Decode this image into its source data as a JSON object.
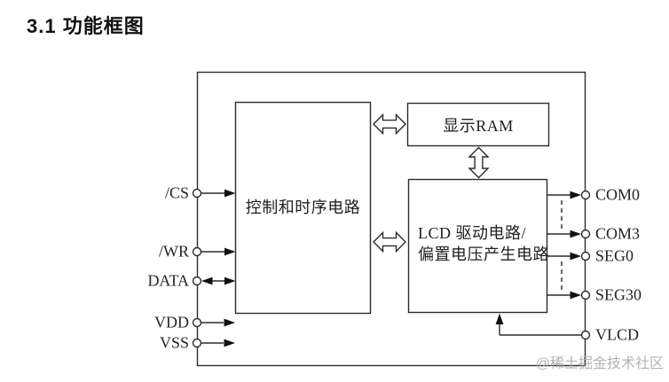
{
  "page": {
    "title": "3.1 功能框图",
    "background_color": "#ffffff"
  },
  "diagram": {
    "blocks": {
      "control": {
        "label": "控制和时序电路"
      },
      "ram": {
        "label": "显示RAM"
      },
      "lcd": {
        "label_line1": "LCD 驱动电路/",
        "label_line2": "偏置电压产生电路"
      }
    },
    "left_pins": [
      {
        "name": "/CS",
        "direction": "in"
      },
      {
        "name": "/WR",
        "diredirection": "in",
        "direction": "in"
      },
      {
        "name": "DATA",
        "direction": "bidirectional"
      },
      {
        "name": "VDD",
        "direction": "in"
      },
      {
        "name": "VSS",
        "direction": "in"
      }
    ],
    "right_pins": [
      {
        "name": "COM0",
        "direction": "out"
      },
      {
        "name": "COM3",
        "direction": "out"
      },
      {
        "name": "SEG0",
        "direction": "out"
      },
      {
        "name": "SEG30",
        "direction": "out"
      },
      {
        "name": "VLCD",
        "direction": "in"
      }
    ],
    "colors": {
      "line": "#2b2b2b",
      "text": "#1f1f1f",
      "watermark": "#b3b3b3"
    }
  },
  "watermark": {
    "text": "@稀土掘金技术社区"
  }
}
